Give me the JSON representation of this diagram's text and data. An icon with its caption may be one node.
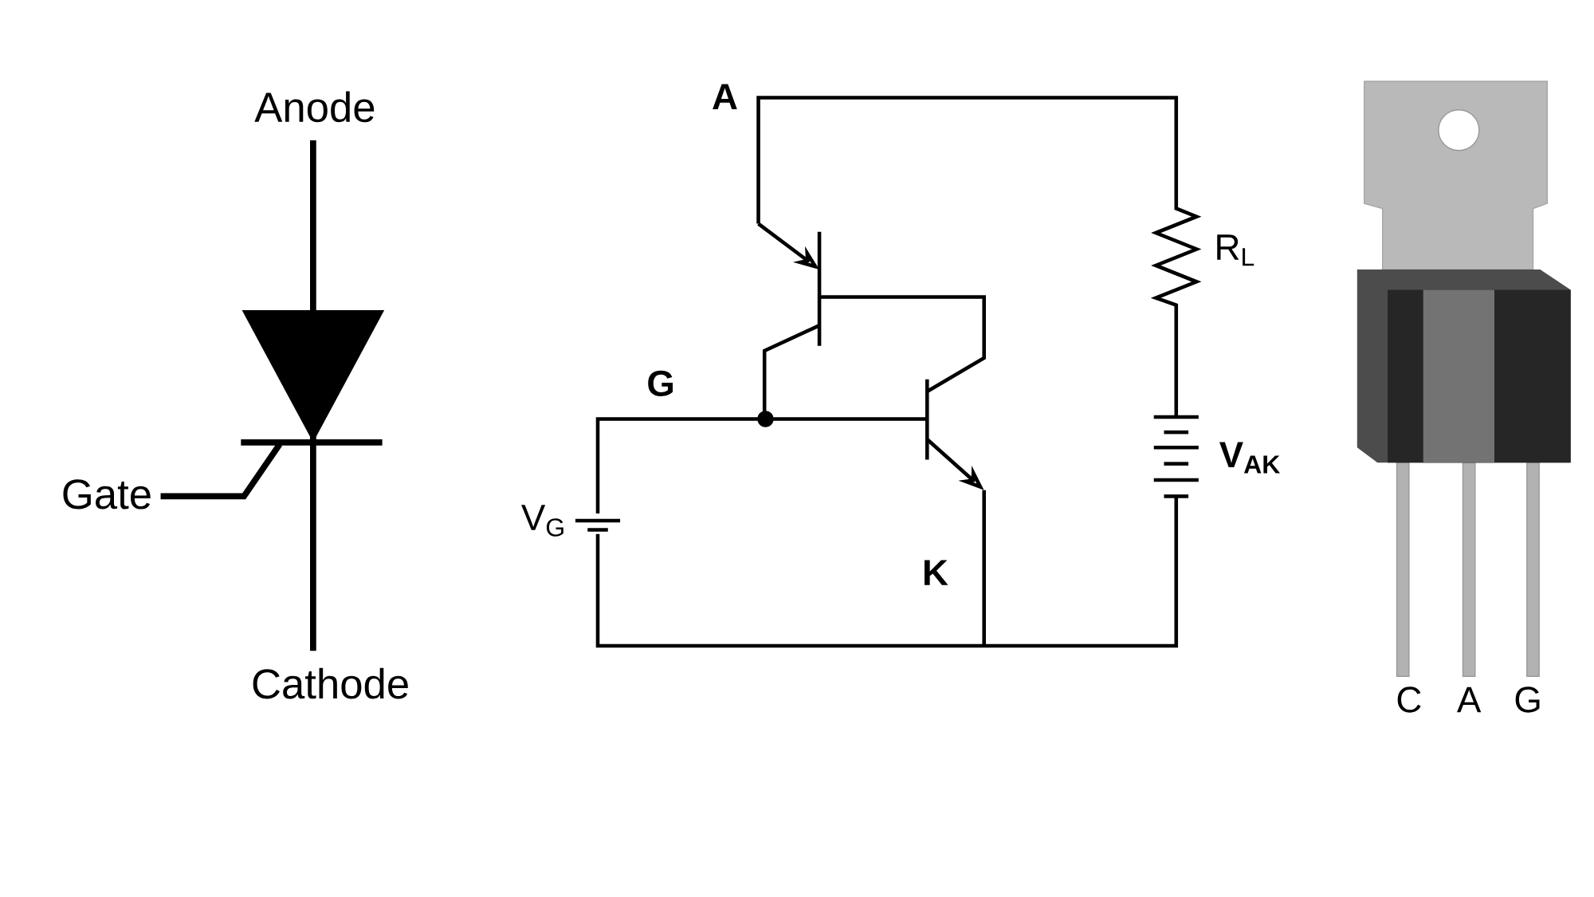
{
  "diagram": {
    "labels": [
      "Anode",
      "Gate",
      "Cathode",
      "A",
      "G",
      "K",
      "V$_{G}$",
      "R$_{L}$",
      "V$_{AK}$",
      "C",
      "A",
      "G"
    ]
  }
}
